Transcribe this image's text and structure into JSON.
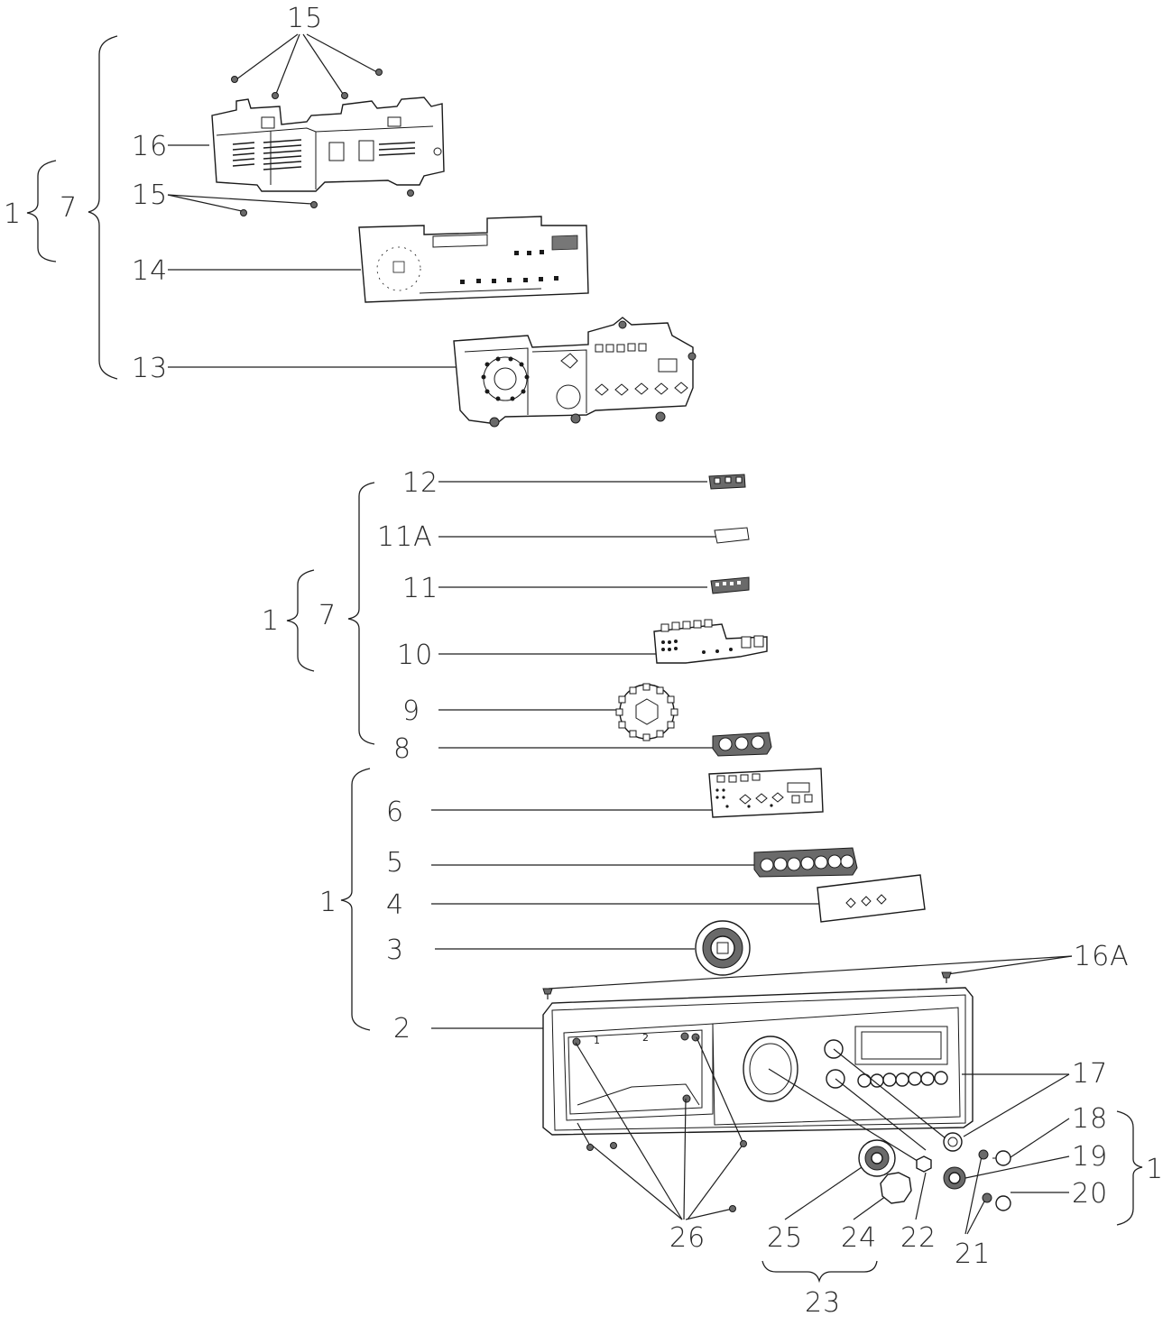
{
  "callouts": {
    "c15_top": "15",
    "c16": "16",
    "c1_top": "1",
    "c7_top": "7",
    "c15_left": "15",
    "c14": "14",
    "c13": "13",
    "c12": "12",
    "c11a": "11A",
    "c1_mid": "1",
    "c7_mid": "7",
    "c11": "11",
    "c10": "10",
    "c9": "9",
    "c8": "8",
    "c6": "6",
    "c5": "5",
    "c1_low": "1",
    "c4": "4",
    "c3": "3",
    "c16a": "16A",
    "c2": "2",
    "c17": "17",
    "c18": "18",
    "c19": "19",
    "c20": "20",
    "c1_right": "1",
    "c21": "21",
    "c22": "22",
    "c24": "24",
    "c25": "25",
    "c26": "26",
    "c23": "23"
  },
  "panel_marks": {
    "slot1": "1",
    "slot2": "2"
  }
}
